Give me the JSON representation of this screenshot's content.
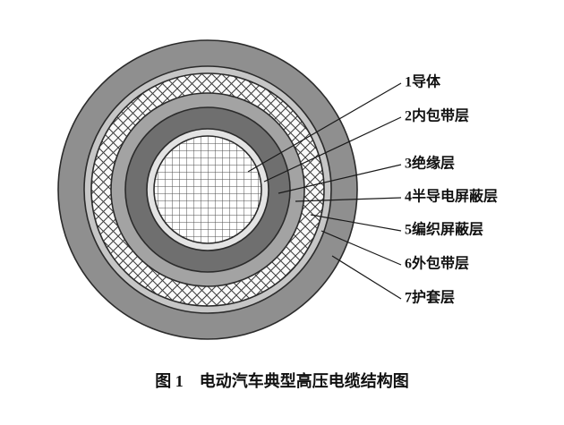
{
  "figure": {
    "caption": "图 1　电动汽车典型高压电缆结构图",
    "labels": [
      {
        "id": 1,
        "text": "1导体"
      },
      {
        "id": 2,
        "text": "2内包带层"
      },
      {
        "id": 3,
        "text": "3绝缘层"
      },
      {
        "id": 4,
        "text": "4半导电屏蔽层"
      },
      {
        "id": 5,
        "text": "5编织屏蔽层"
      },
      {
        "id": 6,
        "text": "6外包带层"
      },
      {
        "id": 7,
        "text": "7护套层"
      }
    ],
    "colors": {
      "sheath": "#8f8f8f",
      "outer_tape": "#c6c6c6",
      "semiconductive": "#a3a3a3",
      "insulation": "#6f6f6f",
      "inner_tape": "#e3e3e3",
      "leader_line": "#1a1a1a"
    }
  }
}
